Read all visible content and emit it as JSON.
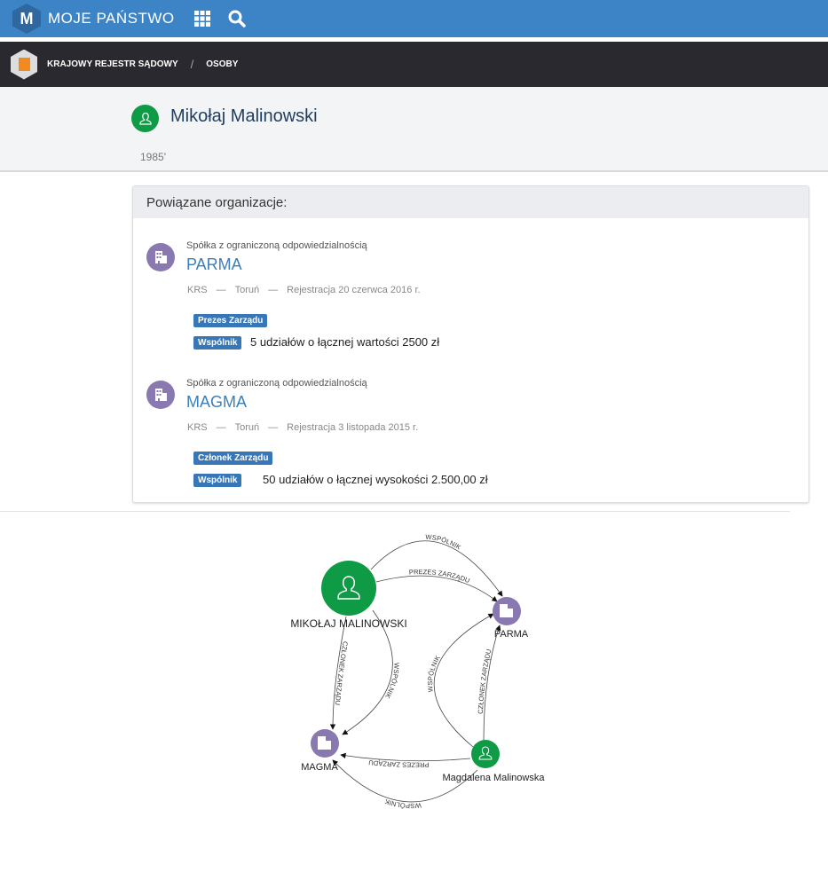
{
  "topbar": {
    "brand": "MOJE PAŃSTWO",
    "logo_letter": "M",
    "icons": [
      "apps-grid-icon",
      "search-icon"
    ]
  },
  "breadcrumb": {
    "items": [
      "KRAJOWY REJESTR SĄDOWY",
      "OSOBY"
    ],
    "separator": "/"
  },
  "person": {
    "name": "Mikołaj Malinowski",
    "birth_year": "1985'"
  },
  "panel": {
    "title": "Powiązane organizacje:"
  },
  "organizations": [
    {
      "type": "Spółka z ograniczoną odpowiedzialnością",
      "name": "PARMA",
      "registry": "KRS",
      "city": "Toruń",
      "registration": "Rejestracja 20 czerwca 2016 r.",
      "roles": [
        {
          "badge": "Prezes Zarządu",
          "text": ""
        },
        {
          "badge": "Wspólnik",
          "text": "5 udziałów o łącznej wartości 2500 zł"
        }
      ]
    },
    {
      "type": "Spółka z ograniczoną odpowiedzialnością",
      "name": "MAGMA",
      "registry": "KRS",
      "city": "Toruń",
      "registration": "Rejestracja 3 listopada 2015 r.",
      "roles": [
        {
          "badge": "Członek Zarządu",
          "text": ""
        },
        {
          "badge": "Wspólnik",
          "text": "50 udziałów o łącznej wysokości 2.500,00 zł"
        }
      ]
    }
  ],
  "meta_sep": "—",
  "graph": {
    "nodes": {
      "mikolaj": "MIKOŁAJ MALINOWSKI",
      "parma": "PARMA",
      "magma": "MAGMA",
      "magdalena": "Magdalena Malinowska"
    },
    "edges": [
      "WSPÓLNIK",
      "PREZES ZARZĄDU",
      "CZŁONEK ZARZĄDU",
      "WSPÓLNIK",
      "WSPÓLNIK",
      "CZŁONEK ZARZĄDU",
      "PREZES ZARZĄDU",
      "WSPÓLNIK"
    ]
  },
  "colors": {
    "brand": "#3d84c6",
    "person": "#0f9a45",
    "org": "#8a78b0",
    "badge": "#3777b7"
  }
}
